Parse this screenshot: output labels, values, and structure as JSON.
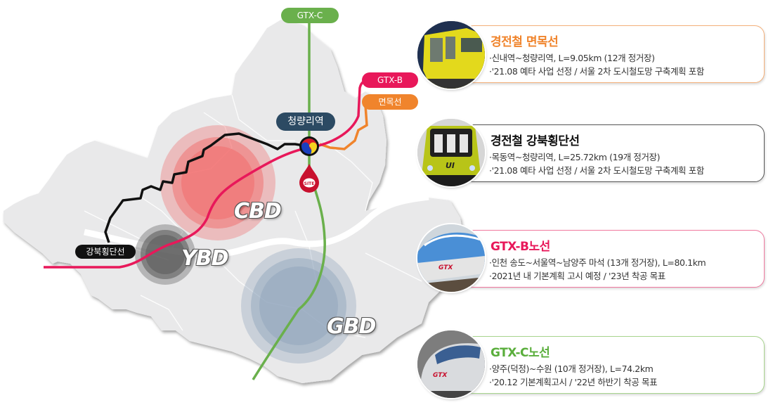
{
  "map": {
    "line_badges": {
      "gtx_c": {
        "label": "GTX-C",
        "color": "#6ab04c"
      },
      "gtx_b": {
        "label": "GTX-B",
        "color": "#e8185a"
      },
      "myeonmok": {
        "label": "면목선",
        "color": "#f0842c"
      },
      "gangbuk": {
        "label": "강북횡단선",
        "color": "#111111"
      }
    },
    "station": {
      "label": "청량리역",
      "color": "#2c4a63"
    },
    "marker_icon": "site-pin",
    "zones": [
      {
        "label": "CBD",
        "color": "#f26b6b"
      },
      {
        "label": "YBD",
        "color": "#555555"
      },
      {
        "label": "GBD",
        "color": "#8fa3bb"
      }
    ]
  },
  "cards": [
    {
      "title": "경전철 면목선",
      "title_color": "#f0842c",
      "border_color": "#f4b07a",
      "line1": "·신내역~청량리역, L=9.05km (12개 정거장)",
      "line2": "·'21.08 예타 사업 선정 / 서울 2차 도시철도망 구축계획 포함",
      "photo": "yellow-light-rail-train"
    },
    {
      "title": "경전철 강북횡단선",
      "title_color": "#111111",
      "border_color": "#555555",
      "line1": "·목동역~청량리역, L=25.72km (19개 정거장)",
      "line2": "·'21.08 예타 사업 선정 / 서울 2차 도시철도망 구축계획 포함",
      "photo": "ui-light-rail-train"
    },
    {
      "title": "GTX-B노선",
      "title_color": "#e8185a",
      "border_color": "#f07aa0",
      "line1": "·인천 송도~서울역~남양주 마석 (13개 정거장), L=80.1km",
      "line2": "·2021년 내 기본계획 고시 예정 / '23년 착공 목표",
      "photo": "gtx-high-speed-train"
    },
    {
      "title": "GTX-C노선",
      "title_color": "#5aae3c",
      "border_color": "#a8d48e",
      "line1": "·양주(덕정)~수원 (10개 정거장), L=74.2km",
      "line2": "·'20.12 기본계획고시 / '22년 하반기 착공 목표",
      "photo": "gtx-high-speed-train-2"
    }
  ]
}
